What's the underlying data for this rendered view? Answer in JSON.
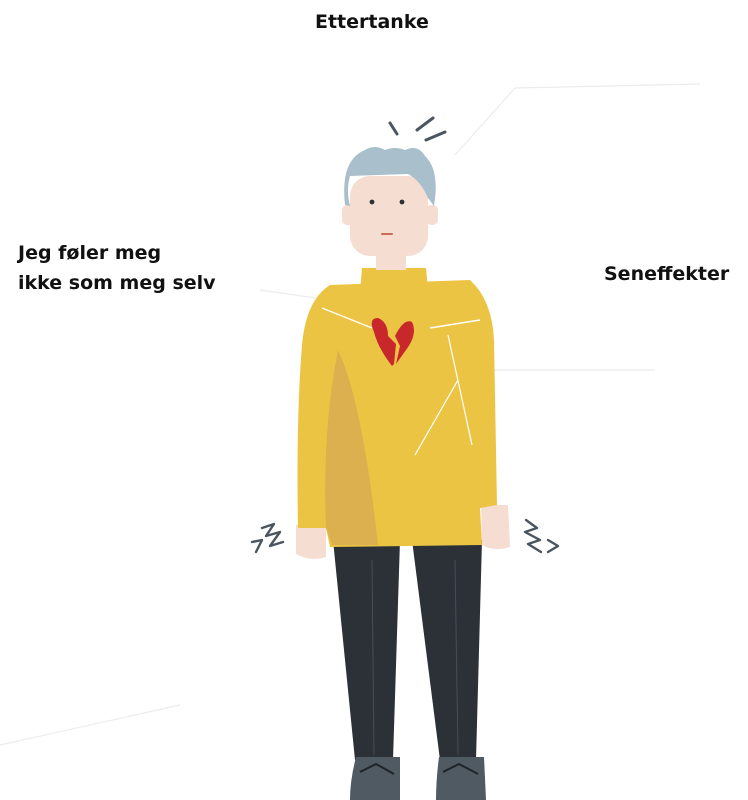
{
  "labels": {
    "top": "Ettertanke",
    "left_line1": "Jeg føler meg",
    "left_line2": "ikke som meg selv",
    "right": "Seneffekter"
  },
  "colors": {
    "sweater": "#ecc443",
    "sweater_shade": "#dcb04f",
    "hair": "#a9bfcc",
    "skin": "#f5ddd2",
    "pants": "#2b3137",
    "shoes": "#505a63",
    "heart": "#c8282c",
    "stroke": "#4a5560"
  },
  "icons": [
    "broken-heart-icon",
    "shock-marks-icon",
    "jitter-marks-icon"
  ]
}
